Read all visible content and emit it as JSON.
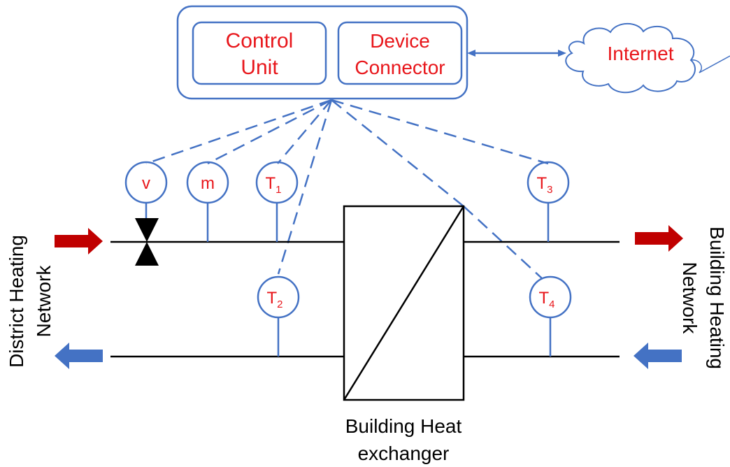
{
  "controller": {
    "control_unit": [
      "Control",
      "Unit"
    ],
    "device_connector": [
      "Device",
      "Connector"
    ]
  },
  "cloud": {
    "label": "Internet"
  },
  "sensors": {
    "v": "v",
    "m": "m",
    "t1": {
      "base": "T",
      "sub": "1"
    },
    "t2": {
      "base": "T",
      "sub": "2"
    },
    "t3": {
      "base": "T",
      "sub": "3"
    },
    "t4": {
      "base": "T",
      "sub": "4"
    }
  },
  "left_label": [
    "District Heating",
    "Network"
  ],
  "right_label": [
    "Building Heating",
    "Network"
  ],
  "heat_exchanger_label": [
    "Building Heat",
    "exchanger"
  ],
  "colors": {
    "accent_blue": "#4472c4",
    "text_red": "#e8161b",
    "arrow_red": "#c00000",
    "arrow_blue": "#4472c4"
  }
}
